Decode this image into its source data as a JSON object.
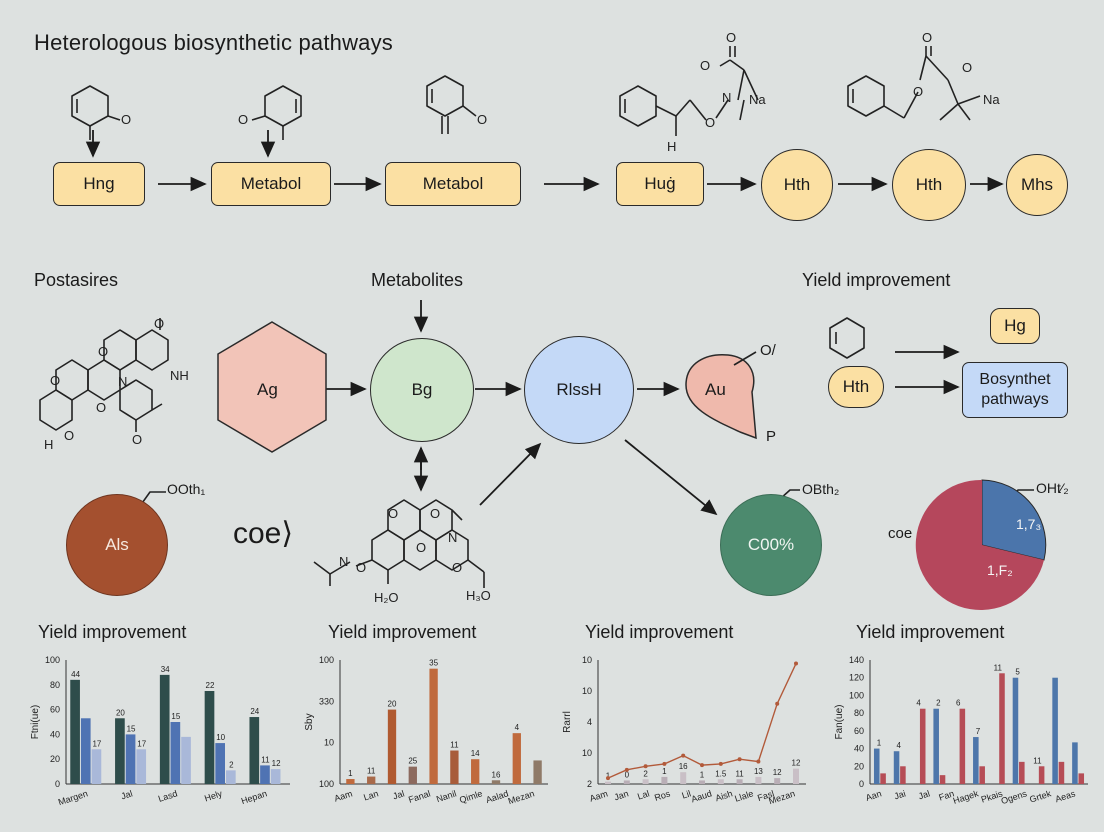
{
  "title": "Heterologous biosynthetic pathways",
  "top_row": [
    {
      "id": "n1",
      "label": "Hng"
    },
    {
      "id": "n2",
      "label": "Metabol"
    },
    {
      "id": "n3",
      "label": "Metabol"
    },
    {
      "id": "n4",
      "label": "Huġ"
    },
    {
      "id": "n5",
      "label": "Hth"
    },
    {
      "id": "n6",
      "label": "Hth"
    },
    {
      "id": "n7",
      "label": "Mhs"
    }
  ],
  "top_row_fill": "#fbe0a3",
  "section_labels": {
    "left": "Postasires",
    "middle": "Metabolites",
    "right": "Yield improvement"
  },
  "middle_nodes": {
    "hexagon": {
      "label": "Ag",
      "color": "#f2c4b8"
    },
    "green": {
      "label": "Bg",
      "color": "#cfe6cc"
    },
    "blue": {
      "label": "RlssH",
      "color": "#c4d9f7"
    },
    "drop": {
      "label": "Au",
      "color": "#efb9ac"
    },
    "drop_o": "O/",
    "drop_p": "P"
  },
  "right_panel": {
    "hg": "Hg",
    "hth": "Hth",
    "box": "Bosynthet pathways"
  },
  "lower": {
    "brown_circle": {
      "label": "Als",
      "color": "#a4502f",
      "tag": "OOth₁"
    },
    "coe_left": "coe⟩",
    "teal_circle": {
      "label": "C00%",
      "color": "#4c8a6e",
      "tag": "OBth₂"
    },
    "pie": {
      "coe": "coe",
      "tag": "OHt⁄₂",
      "slice_blue": "1,7₃",
      "slice_red": "1,F₂"
    }
  },
  "chem_labels": {
    "top1": "O",
    "top2": "O",
    "top3": "O",
    "top4_h": "H",
    "top4_o": "O",
    "top4_n": "N",
    "top4_na": "Na",
    "top5_na": "Na",
    "top5_o": "O",
    "left_nh": "NH",
    "left_n": "N",
    "left_h": "H",
    "left_o": "O",
    "mid_n": "N",
    "mid_h2o": "H₂O",
    "mid_h3o": "H₃O"
  },
  "chart_data": [
    {
      "type": "bar",
      "title": "Yield improvement",
      "ylabel": "Ftni(ue)",
      "categories": [
        "Margen",
        "Jal",
        "Lasd",
        "Hely",
        "Hepan"
      ],
      "series": [
        {
          "values": [
            84,
            53,
            88,
            75,
            54
          ],
          "color": "#2e4d4b"
        },
        {
          "values": [
            53,
            40,
            50,
            33,
            15
          ],
          "color": "#4f73b3"
        },
        {
          "values": [
            28,
            28,
            38,
            11,
            12
          ],
          "color": "#a9b8d9"
        }
      ],
      "bar_labels": [
        [
          "44",
          "20",
          "34",
          "22",
          "24"
        ],
        [
          "",
          "15",
          "15",
          "10",
          "11"
        ],
        [
          "17",
          "17",
          "",
          "2",
          "12"
        ]
      ],
      "ylim": [
        0,
        100
      ],
      "yticks": [
        0,
        20,
        40,
        60,
        80,
        100
      ]
    },
    {
      "type": "bar",
      "title": "Yield improvement",
      "ylabel": "Sby",
      "categories": [
        "Aam",
        "Lan",
        "Jal",
        "Fanal",
        "Nanil",
        "Qimle",
        "Aalad",
        "Mezan"
      ],
      "series": [
        {
          "values": [
            3,
            5,
            60,
            14,
            93,
            26,
            20,
            4
          ],
          "color": "#c06a3d"
        },
        {
          "values": [
            0,
            0,
            0,
            0,
            27,
            0,
            0,
            0
          ],
          "color": "#9b6f5e"
        },
        {
          "values": [
            4,
            0,
            0,
            92,
            0,
            0,
            0,
            0
          ],
          "color": "#8c5a3f"
        }
      ],
      "bar_values": [
        4,
        6,
        60,
        14,
        93,
        27,
        20,
        3,
        41,
        19
      ],
      "labels_top": [
        "1",
        "11",
        "20",
        "25",
        "35",
        "11",
        "14",
        "16",
        "4"
      ],
      "ylim": [
        0,
        100
      ],
      "yticks": [
        "100",
        "10",
        "330",
        "100"
      ]
    },
    {
      "type": "line",
      "title": "Yield improvement",
      "ylabel": "Rarrl",
      "categories": [
        "Aam",
        "Jan",
        "Lal",
        "Ros",
        "Lil",
        "Aaud",
        "Aish",
        "Llale",
        "Fasl",
        "Mezan"
      ],
      "yticks": [
        "2",
        "10",
        "4",
        "10",
        "10"
      ],
      "line_values": [
        0.5,
        1.2,
        1.5,
        1.7,
        2.4,
        1.6,
        1.7,
        2.1,
        1.9,
        6.8,
        10.2
      ],
      "bar_values": [
        0.2,
        0.3,
        0.4,
        0.6,
        1.0,
        0.3,
        0.4,
        0.4,
        0.6,
        0.5,
        1.3
      ],
      "labels": [
        "1",
        "0",
        "2",
        "1",
        "16",
        "1",
        "1.5",
        "11",
        "13",
        "12",
        "12"
      ]
    },
    {
      "type": "bar",
      "title": "Yield improvement",
      "ylabel": "Fan(ue)",
      "categories": [
        "Aan",
        "Jai",
        "Jal",
        "Fan",
        "Hagek",
        "Pkais",
        "Ogens",
        "Grtek",
        "Aeas"
      ],
      "series": [
        {
          "values": [
            40,
            37,
            0,
            85,
            0,
            53,
            0,
            120,
            0,
            120,
            47
          ],
          "color": "#4d76aa"
        },
        {
          "values": [
            12,
            20,
            85,
            10,
            85,
            20,
            125,
            25,
            20,
            25,
            12
          ],
          "color": "#b64d56"
        }
      ],
      "labels": [
        "1",
        "4",
        "4",
        "2",
        "6",
        "7",
        "11",
        "5",
        "11"
      ],
      "ylim": [
        0,
        140
      ],
      "yticks": [
        0,
        20,
        40,
        60,
        80,
        100,
        120,
        140
      ]
    }
  ]
}
